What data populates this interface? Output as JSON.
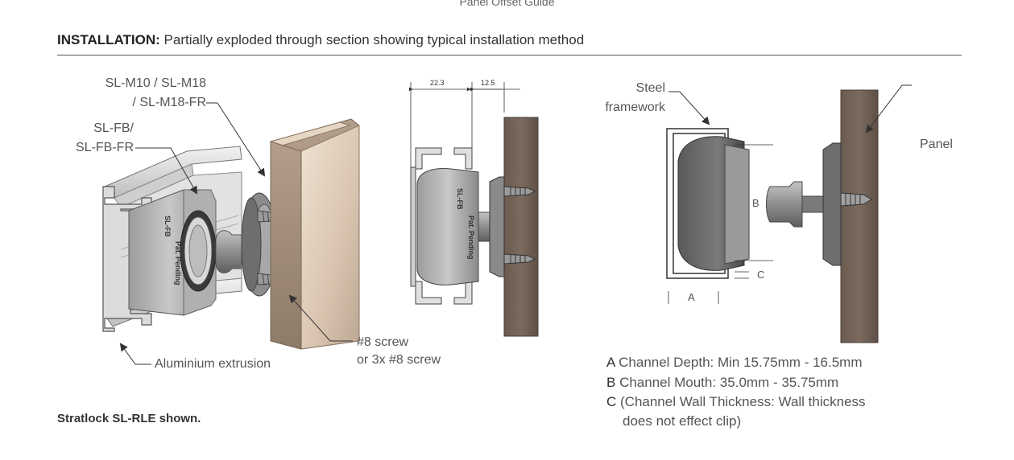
{
  "top_caption": "Panel Offset Guide",
  "heading": {
    "bold": "INSTALLATION:",
    "text": " Partially exploded through section showing typical installation method"
  },
  "labels": {
    "sl_m10_line1": "SL-M10 / SL-M18",
    "sl_m10_line2": "/ SL-M18-FR",
    "sl_fb_line1": "SL-FB/",
    "sl_fb_line2": "SL-FB-FR",
    "aluminium": "Aluminium extrusion",
    "screw_line1": "#8 screw",
    "screw_line2": "or 3x #8 screw",
    "steel_line1": "Steel",
    "steel_line2": "framework",
    "panel": "Panel",
    "dim_a": "A",
    "dim_b": "B",
    "dim_c": "C"
  },
  "dimensions": {
    "d1": "22.3",
    "d2": "12.5"
  },
  "clip_text": {
    "brand": "SL-FB",
    "pat": "Pat. Pending"
  },
  "legend": [
    {
      "key": "A",
      "text": " Channel Depth: Min 15.75mm - 16.5mm"
    },
    {
      "key": "B",
      "text": " Channel Mouth: 35.0mm - 35.75mm"
    },
    {
      "key": "C",
      "text": " (Channel Wall Thickness: Wall thickness"
    },
    {
      "key": "",
      "text": "does not effect clip)"
    }
  ],
  "footnote": "Stratlock SL-RLE shown.",
  "colors": {
    "wood_light": "#e8d8c8",
    "wood_dark": "#6e5e52",
    "clip_grey": "#8a8a8a"
  }
}
